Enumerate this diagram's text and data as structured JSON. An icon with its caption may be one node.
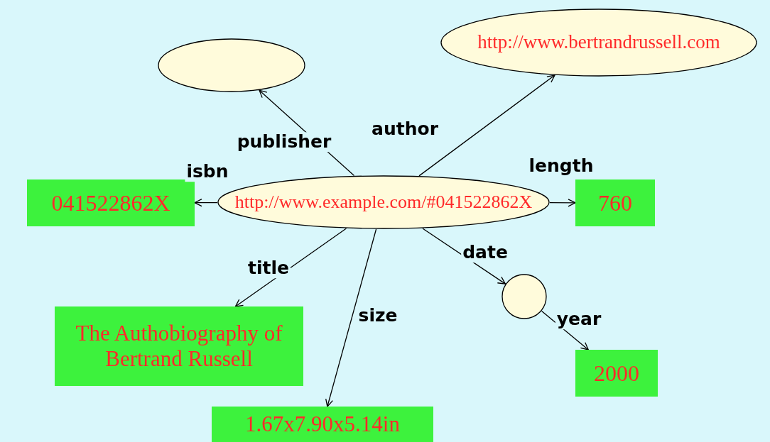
{
  "diagram": {
    "nodes": [
      {
        "text": [],
        "shape": "ellipse"
      },
      {
        "text": [
          "http://www.bertrandrussell.com"
        ]
      },
      {
        "text": [
          "http://www.example.com/#041522862X"
        ]
      },
      {
        "text": [
          "041522862X"
        ]
      },
      {
        "text": [
          "760"
        ]
      },
      {
        "text": [],
        "shape": "circle"
      },
      {
        "text": [
          "The Authobiography of Bertrand Russell"
        ]
      },
      {
        "text": [
          "1.67x7.90x5.14in"
        ]
      },
      {
        "text": [
          "2000"
        ]
      }
    ],
    "edges": [
      {
        "from": 2,
        "to": 0,
        "arrow": "to",
        "label": "publisher"
      },
      {
        "from": 2,
        "to": 1,
        "arrow": "to",
        "label": "author"
      },
      {
        "from": 2,
        "to": 3,
        "arrow": "to",
        "label": "isbn"
      },
      {
        "from": 2,
        "to": 4,
        "arrow": "to",
        "label": "length"
      },
      {
        "from": 2,
        "to": 6,
        "arrow": "to",
        "label": "title"
      },
      {
        "from": 2,
        "to": 7,
        "arrow": "to",
        "label": "size"
      },
      {
        "from": 2,
        "to": 5,
        "arrow": "to",
        "label": "date"
      },
      {
        "from": 5,
        "to": 8,
        "arrow": "to",
        "label": "year"
      }
    ]
  }
}
